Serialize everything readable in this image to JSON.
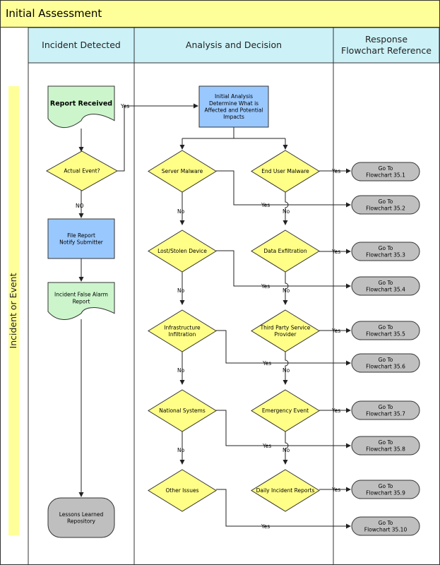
{
  "title": "Initial Assessment",
  "lane_label": "Incident or Event",
  "columns": [
    {
      "id": "c1",
      "label": [
        "Incident Detected"
      ]
    },
    {
      "id": "c2",
      "label": [
        "Analysis and Decision"
      ]
    },
    {
      "id": "c3",
      "label": [
        "Response",
        "Flowchart Reference"
      ]
    }
  ],
  "nodes": [
    {
      "id": "report-received",
      "type": "document",
      "color": "#ccf5cc",
      "bold": true,
      "lines": [
        "Report Received"
      ]
    },
    {
      "id": "actual-event",
      "type": "decision",
      "color": "#ffff88",
      "lines": [
        "Actual Event?"
      ]
    },
    {
      "id": "file-report",
      "type": "process",
      "color": "#99c8ff",
      "lines": [
        "File Report",
        "Notify Submitter"
      ]
    },
    {
      "id": "false-alarm",
      "type": "document",
      "color": "#ccf5cc",
      "lines": [
        "Incident False Alarm",
        "Report"
      ]
    },
    {
      "id": "lessons-learned",
      "type": "terminal",
      "color": "#bfbfbf",
      "lines": [
        "Lessons Learned",
        "Repository"
      ]
    },
    {
      "id": "initial-analysis",
      "type": "process",
      "color": "#99c8ff",
      "lines": [
        "Initial Analysis",
        "Determine What is",
        "Affected and Potential",
        "Impacts"
      ]
    },
    {
      "id": "server-malware",
      "type": "decision",
      "color": "#ffff88",
      "lines": [
        "Server Malware"
      ]
    },
    {
      "id": "end-user-malware",
      "type": "decision",
      "color": "#ffff88",
      "lines": [
        "End User Malware"
      ]
    },
    {
      "id": "lost-stolen",
      "type": "decision",
      "color": "#ffff88",
      "lines": [
        "Lost/Stolen Device"
      ]
    },
    {
      "id": "data-exfiltration",
      "type": "decision",
      "color": "#ffff88",
      "lines": [
        "Data Exfiltration"
      ]
    },
    {
      "id": "infrastructure",
      "type": "decision",
      "color": "#ffff88",
      "lines": [
        "Infrastructure",
        "Infiltration"
      ]
    },
    {
      "id": "third-party",
      "type": "decision",
      "color": "#ffff88",
      "lines": [
        "Third Party Service",
        "Provider"
      ]
    },
    {
      "id": "national-systems",
      "type": "decision",
      "color": "#ffff88",
      "lines": [
        "National Systems"
      ]
    },
    {
      "id": "emergency-event",
      "type": "decision",
      "color": "#ffff88",
      "lines": [
        "Emergency Event"
      ]
    },
    {
      "id": "other-issues",
      "type": "decision",
      "color": "#ffff88",
      "lines": [
        "Other Issues"
      ]
    },
    {
      "id": "daily-reports",
      "type": "decision",
      "color": "#ffff88",
      "lines": [
        "Daily Incident Reports"
      ]
    },
    {
      "id": "goto-35-1",
      "type": "terminal",
      "color": "#bfbfbf",
      "lines": [
        "Go To",
        "Flowchart 35.1"
      ]
    },
    {
      "id": "goto-35-2",
      "type": "terminal",
      "color": "#bfbfbf",
      "lines": [
        "Go To",
        "Flowchart 35.2"
      ]
    },
    {
      "id": "goto-35-3",
      "type": "terminal",
      "color": "#bfbfbf",
      "lines": [
        "Go To",
        "Flowchart 35.3"
      ]
    },
    {
      "id": "goto-35-4",
      "type": "terminal",
      "color": "#bfbfbf",
      "lines": [
        "Go To",
        "Flowchart 35.4"
      ]
    },
    {
      "id": "goto-35-5",
      "type": "terminal",
      "color": "#bfbfbf",
      "lines": [
        "Go To",
        "Flowchart 35.5"
      ]
    },
    {
      "id": "goto-35-6",
      "type": "terminal",
      "color": "#bfbfbf",
      "lines": [
        "Go To",
        "Flowchart 35.6"
      ]
    },
    {
      "id": "goto-35-7",
      "type": "terminal",
      "color": "#bfbfbf",
      "lines": [
        "Go To",
        "Flowchart 35.7"
      ]
    },
    {
      "id": "goto-35-8",
      "type": "terminal",
      "color": "#bfbfbf",
      "lines": [
        "Go To",
        "Flowchart 35.8"
      ]
    },
    {
      "id": "goto-35-9",
      "type": "terminal",
      "color": "#bfbfbf",
      "lines": [
        "Go To",
        "Flowchart 35.9"
      ]
    },
    {
      "id": "goto-35-10",
      "type": "terminal",
      "color": "#bfbfbf",
      "lines": [
        "Go To",
        "Flowchart 35.10"
      ]
    }
  ],
  "edges": [
    {
      "from": "report-received",
      "to": "actual-event",
      "label": ""
    },
    {
      "from": "actual-event",
      "to": "initial-analysis",
      "label": "Yes"
    },
    {
      "from": "actual-event",
      "to": "file-report",
      "label": "NO"
    },
    {
      "from": "file-report",
      "to": "false-alarm",
      "label": ""
    },
    {
      "from": "false-alarm",
      "to": "lessons-learned",
      "label": ""
    },
    {
      "from": "initial-analysis",
      "to": "server-malware",
      "label": ""
    },
    {
      "from": "initial-analysis",
      "to": "end-user-malware",
      "label": ""
    },
    {
      "from": "end-user-malware",
      "to": "goto-35-1",
      "label": "Yes"
    },
    {
      "from": "server-malware",
      "to": "goto-35-2",
      "label": "Yes"
    },
    {
      "from": "server-malware",
      "to": "lost-stolen",
      "label": "No"
    },
    {
      "from": "end-user-malware",
      "to": "data-exfiltration",
      "label": "No"
    },
    {
      "from": "data-exfiltration",
      "to": "goto-35-3",
      "label": "Yes"
    },
    {
      "from": "lost-stolen",
      "to": "goto-35-4",
      "label": "Yes"
    },
    {
      "from": "lost-stolen",
      "to": "infrastructure",
      "label": "No"
    },
    {
      "from": "data-exfiltration",
      "to": "third-party",
      "label": "No"
    },
    {
      "from": "third-party",
      "to": "goto-35-5",
      "label": "Yes"
    },
    {
      "from": "infrastructure",
      "to": "goto-35-6",
      "label": "Yes"
    },
    {
      "from": "infrastructure",
      "to": "national-systems",
      "label": "No"
    },
    {
      "from": "third-party",
      "to": "emergency-event",
      "label": "No"
    },
    {
      "from": "emergency-event",
      "to": "goto-35-7",
      "label": "Yes"
    },
    {
      "from": "national-systems",
      "to": "goto-35-8",
      "label": "Yes"
    },
    {
      "from": "national-systems",
      "to": "other-issues",
      "label": "No"
    },
    {
      "from": "emergency-event",
      "to": "daily-reports",
      "label": "No"
    },
    {
      "from": "daily-reports",
      "to": "goto-35-9",
      "label": "Yes"
    },
    {
      "from": "other-issues",
      "to": "goto-35-10",
      "label": "Yes"
    }
  ],
  "colors": {
    "title_bar": "#ffff99",
    "column_header": "#ccf2f8",
    "lane_label": "#ffff99",
    "border": "#333333",
    "line": "#222222"
  }
}
